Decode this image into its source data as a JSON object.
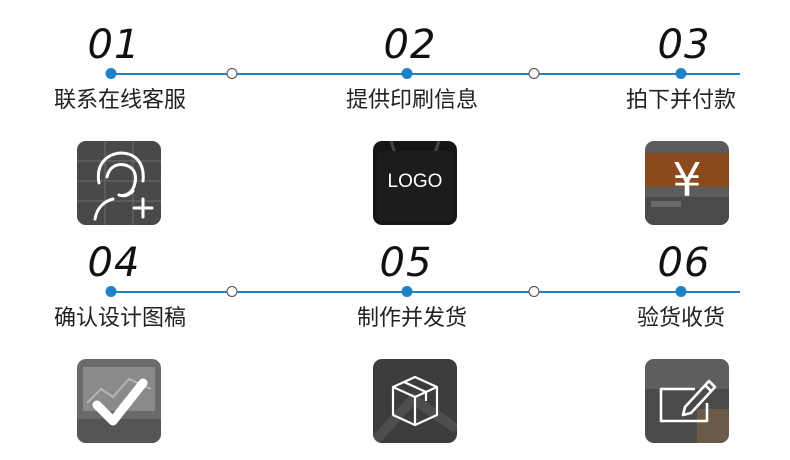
{
  "steps": [
    {
      "number": "01",
      "label": "联系在线客服",
      "icon": "customer-service-icon"
    },
    {
      "number": "02",
      "label": "提供印刷信息",
      "icon": "logo-bag-icon",
      "icon_text": "LOGO"
    },
    {
      "number": "03",
      "label": "拍下并付款",
      "icon": "yuan-payment-icon",
      "icon_text": "¥"
    },
    {
      "number": "04",
      "label": "确认设计图稿",
      "icon": "checkmark-icon"
    },
    {
      "number": "05",
      "label": "制作并发货",
      "icon": "box-icon"
    },
    {
      "number": "06",
      "label": "验货收货",
      "icon": "edit-icon"
    }
  ],
  "colors": {
    "accent": "#1f82c6",
    "tile": "#2b2b2b"
  }
}
